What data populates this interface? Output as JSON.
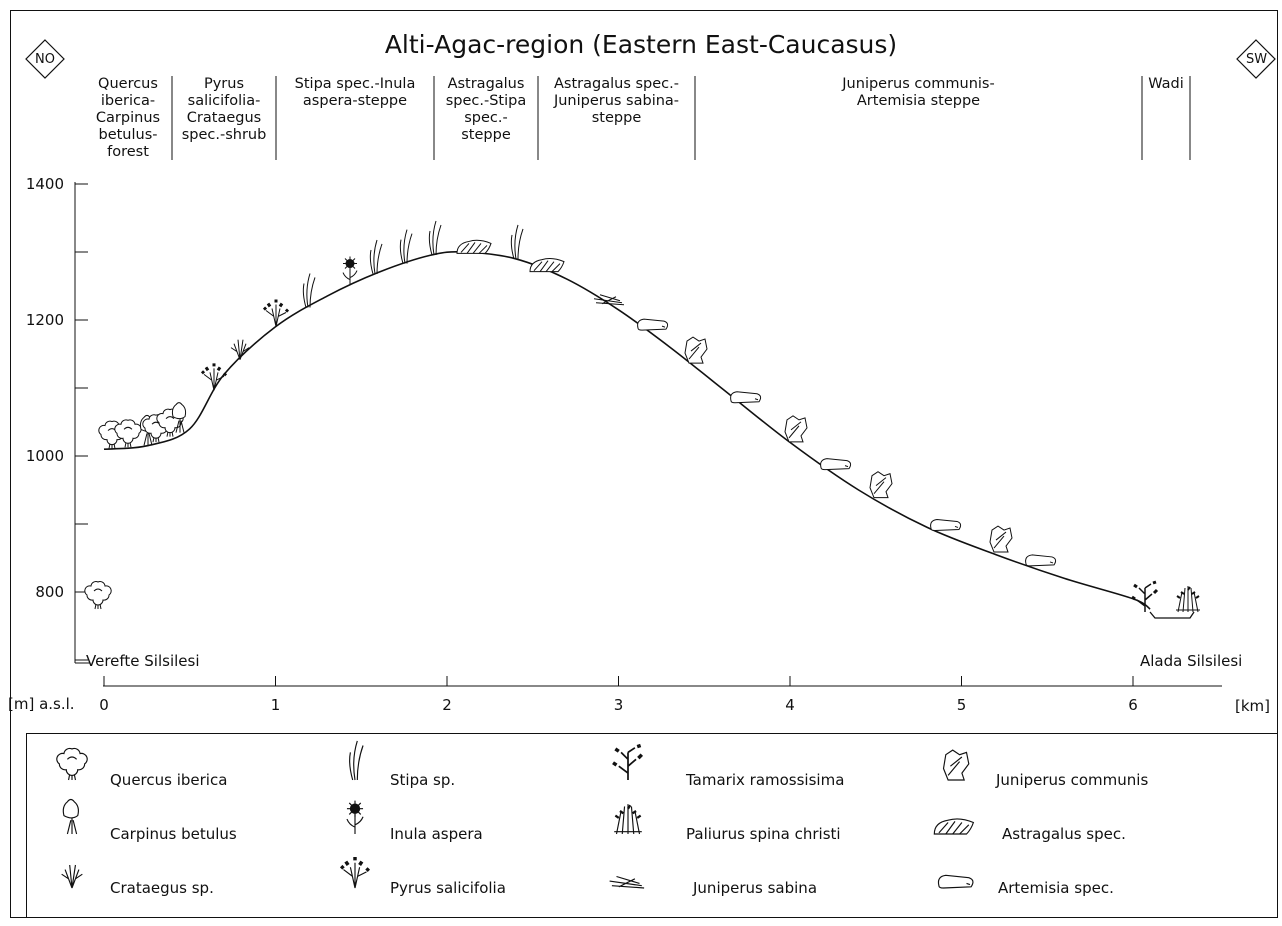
{
  "title": "Alti-Agac-region (Eastern East-Caucasus)",
  "direction_left": "NO",
  "direction_right": "SW",
  "zones": [
    {
      "lines": [
        "Quercus",
        "iberica-",
        "Carpinus",
        "betulus-",
        "forest"
      ]
    },
    {
      "lines": [
        "Pyrus",
        "salicifolia-",
        "Crataegus",
        "spec.-shrub"
      ]
    },
    {
      "lines": [
        "Stipa spec.-Inula",
        "aspera-steppe"
      ]
    },
    {
      "lines": [
        "Astragalus",
        "spec.-Stipa",
        "spec.-",
        "steppe"
      ]
    },
    {
      "lines": [
        "Astragalus spec.-",
        "Juniperus sabina-",
        "steppe"
      ]
    },
    {
      "lines": [
        "Juniperus communis-",
        "Artemisia steppe"
      ]
    },
    {
      "lines": [
        "Wadi"
      ]
    }
  ],
  "y_axis": {
    "unit": "[m] a.s.l.",
    "ticks": [
      "1400",
      "1200",
      "1000",
      "800"
    ]
  },
  "x_axis": {
    "unit": "[km]",
    "ticks": [
      "0",
      "1",
      "2",
      "3",
      "4",
      "5",
      "6"
    ]
  },
  "left_end_label": "Verefte Silsilesi",
  "right_end_label": "Alada Silsilesi",
  "profile": {
    "x_km": [
      0,
      0.25,
      0.5,
      0.7,
      1.0,
      1.3,
      1.6,
      1.9,
      2.1,
      2.4,
      2.7,
      3.0,
      3.3,
      3.6,
      4.0,
      4.4,
      4.8,
      5.2,
      5.6,
      6.0,
      6.1
    ],
    "elev_m": [
      1010,
      1015,
      1040,
      1120,
      1190,
      1235,
      1270,
      1295,
      1300,
      1290,
      1260,
      1215,
      1160,
      1100,
      1020,
      950,
      895,
      855,
      820,
      790,
      775
    ]
  },
  "legend": [
    {
      "label": "Quercus iberica",
      "icon": "oak-tree-icon"
    },
    {
      "label": "Carpinus betulus",
      "icon": "hornbeam-tree-icon"
    },
    {
      "label": "Crataegus sp.",
      "icon": "crataegus-shrub-icon"
    },
    {
      "label": "Stipa sp.",
      "icon": "stipa-grass-icon"
    },
    {
      "label": "Inula aspera",
      "icon": "inula-flower-icon"
    },
    {
      "label": "Pyrus salicifolia",
      "icon": "pyrus-shrub-icon"
    },
    {
      "label": "Tamarix ramossisima",
      "icon": "tamarix-shrub-icon"
    },
    {
      "label": "Paliurus spina christi",
      "icon": "paliurus-shrub-icon"
    },
    {
      "label": "Juniperus sabina",
      "icon": "juniperus-sabina-icon"
    },
    {
      "label": "Juniperus communis",
      "icon": "juniperus-communis-icon"
    },
    {
      "label": "Astragalus spec.",
      "icon": "astragalus-cushion-icon"
    },
    {
      "label": "Artemisia spec.",
      "icon": "artemisia-tuft-icon"
    }
  ]
}
